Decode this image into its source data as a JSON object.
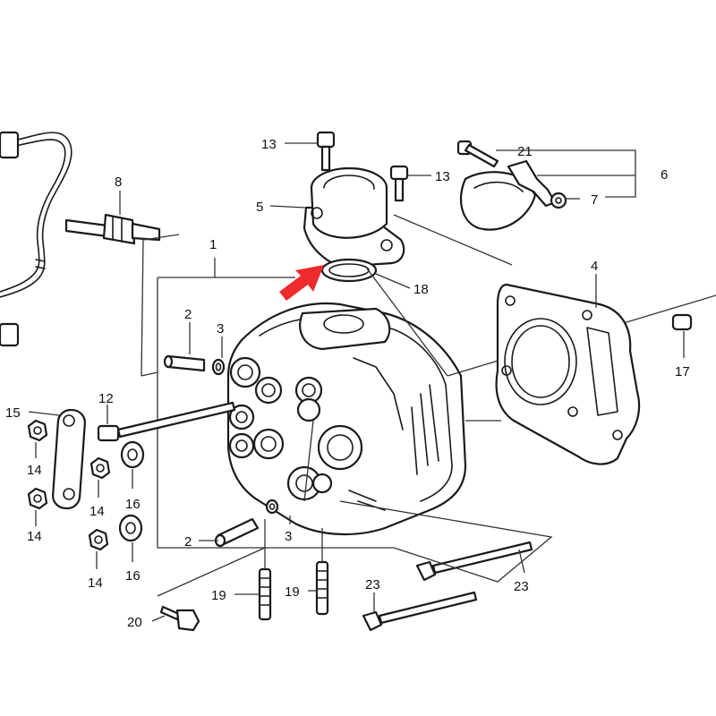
{
  "callouts": {
    "c1": "1",
    "c2a": "2",
    "c2b": "2",
    "c3a": "3",
    "c3b": "3",
    "c4": "4",
    "c5": "5",
    "c6": "6",
    "c7": "7",
    "c8": "8",
    "c12": "12",
    "c13a": "13",
    "c13b": "13",
    "c14a": "14",
    "c14b": "14",
    "c14c": "14",
    "c14d": "14",
    "c15": "15",
    "c16a": "16",
    "c16b": "16",
    "c17": "17",
    "c18": "18",
    "c19a": "19",
    "c19b": "19",
    "c20": "20",
    "c21": "21",
    "c23a": "23",
    "c23b": "23"
  },
  "highlight": {
    "arrow_color": "#ee2a2a",
    "target_part": "18"
  }
}
